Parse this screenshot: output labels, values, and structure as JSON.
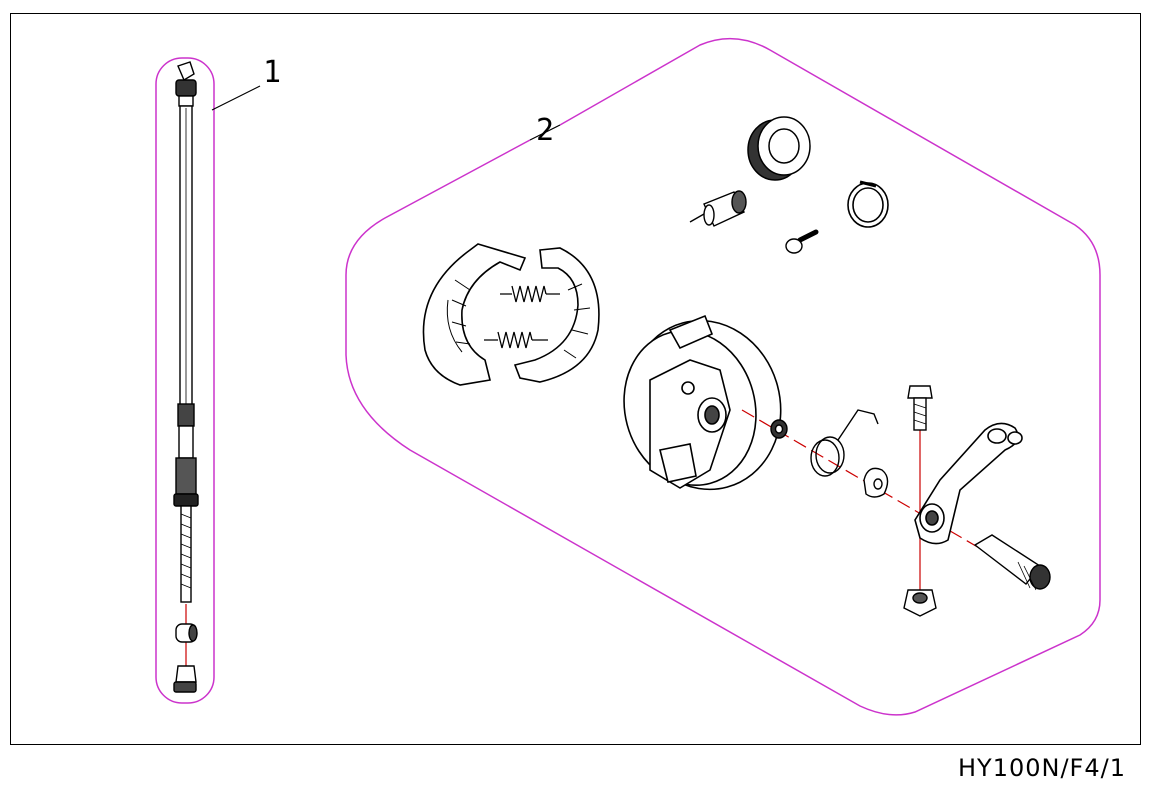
{
  "callouts": {
    "cable": "1",
    "brake_assembly": "2"
  },
  "drawing_code": "HY100N/F4/1",
  "colors": {
    "outline": "#cc33cc",
    "centerline": "#cc0000",
    "ink": "#000000"
  }
}
